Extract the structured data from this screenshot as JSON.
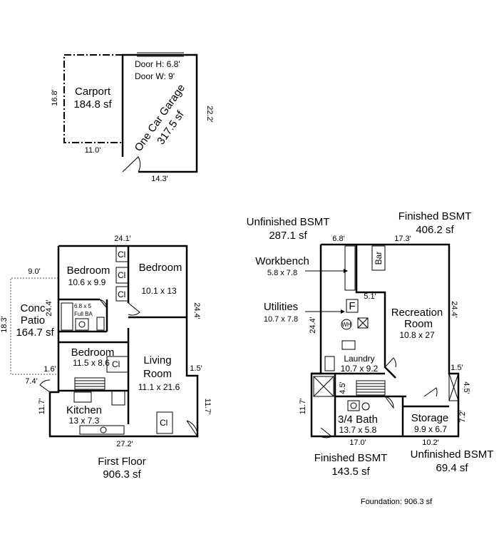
{
  "garage": {
    "carport_name": "Carport",
    "carport_area": "184.8 sf",
    "carport_dim_side": "16.8'",
    "carport_dim_bottom": "11.0'",
    "door_h": "Door H: 6.8'",
    "door_w": "Door W: 9'",
    "garage_name": "One Car Garage",
    "garage_area": "317.5 sf",
    "garage_dim_side": "22.2'",
    "garage_dim_bottom": "14.3'"
  },
  "first_floor": {
    "dim_top": "24.1'",
    "dim_bottom": "27.2'",
    "dim_right_upper": "24.4'",
    "dim_right_jog": "1.5'",
    "dim_right_lower": "11.7'",
    "dim_left_lower": "11.7'",
    "dim_left_jog": "7.4'",
    "dim_left_step": "1.6'",
    "dim_left_upper": "24.4'",
    "patio_dim_top": "9.0'",
    "patio_dim_side": "18.3'",
    "patio_name_1": "Conc",
    "patio_name_2": "Patio",
    "patio_area": "164.7 sf",
    "bedroom1_name": "Bedroom",
    "bedroom1_size": "10.6 x 9.9",
    "bedroom2_name": "Bedroom",
    "bedroom2_size": "10.1 x 13",
    "bedroom3_name": "Bedroom",
    "bedroom3_size": "11.5 x 8.6",
    "bath_size": "6.8 x 5",
    "bath_name": "Full BA",
    "living_name_1": "Living",
    "living_name_2": "Room",
    "living_size": "11.1 x 21.6",
    "kitchen_name": "Kitchen",
    "kitchen_size": "13 x 7.3",
    "closet": "Cl",
    "caption_1": "First Floor",
    "caption_2": "906.3 sf"
  },
  "basement": {
    "unfinished_label": "Unfinished BSMT",
    "unfinished_area": "287.1 sf",
    "finished_label": "Finished BSMT",
    "finished_area": "406.2 sf",
    "workbench_name": "Workbench",
    "workbench_size": "5.8 x 7.8",
    "utilities_name": "Utilities",
    "utilities_size": "10.7 x 7.8",
    "furnace": "F",
    "water_heater": "WH",
    "bar": "Bar",
    "rec_name_1": "Recreation",
    "rec_name_2": "Room",
    "rec_size": "10.8 x 27",
    "laundry_name": "Laundry",
    "laundry_size": "10.7 x 9.2",
    "bath_name": "3/4 Bath",
    "bath_size": "13.7 x 5.8",
    "storage_name": "Storage",
    "storage_size": "9.9 x 6.7",
    "dim_top_left": "6.8'",
    "dim_top_right": "17.3'",
    "dim_inner": "5.1'",
    "dim_left": "24.4'",
    "dim_right": "24.4'",
    "dim_right_jog": "1.5'",
    "dim_right_lower": "4.5'",
    "dim_left_lower": "11.7'",
    "dim_stair": "4.5'",
    "dim_storage": "7.2'",
    "dim_bottom_left": "17.0'",
    "dim_bottom_right": "10.2'",
    "fin_bottom_label": "Finished BSMT",
    "fin_bottom_area": "143.5 sf",
    "unf_bottom_label": "Unfinished BSMT",
    "unf_bottom_area": "69.4 sf",
    "foundation": "Foundation: 906.3 sf"
  }
}
